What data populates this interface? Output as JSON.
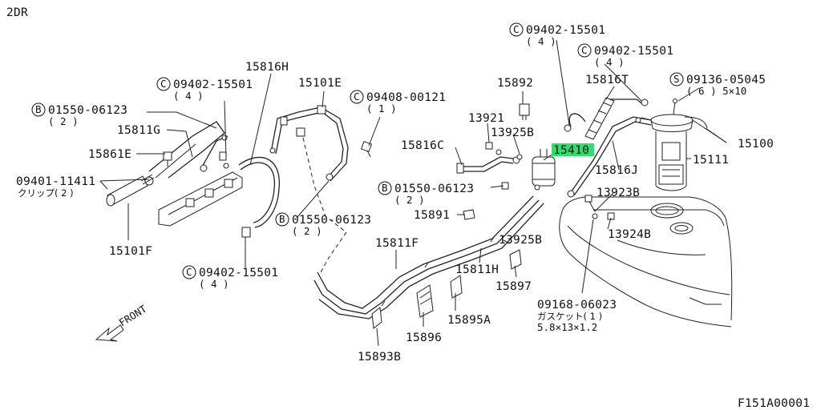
{
  "diagram": {
    "variant": "2DR",
    "drawing_number": "F151A00001",
    "front_label": "FRONT",
    "highlight_color": "#2ee06a",
    "callouts": {
      "c_09402_15501_a": {
        "symbol": "C",
        "part": "09402-15501",
        "qty": "( 4 )"
      },
      "c_09402_15501_b": {
        "symbol": "C",
        "part": "09402-15501",
        "qty": "( 4 )"
      },
      "c_09402_15501_c": {
        "symbol": "C",
        "part": "09402-15501",
        "qty": "( 4 )"
      },
      "c_09402_15501_d": {
        "symbol": "C",
        "part": "09402-15501",
        "qty": "( 4 )"
      },
      "s_09136_05045": {
        "symbol": "S",
        "part": "09136-05045",
        "qty": "( 6 )  5×10"
      },
      "c_09408_00121": {
        "symbol": "C",
        "part": "09408-00121",
        "qty": "( 1 )"
      },
      "b_01550_06123_a": {
        "symbol": "B",
        "part": "01550-06123",
        "qty": "( 2 )"
      },
      "b_01550_06123_b": {
        "symbol": "B",
        "part": "01550-06123",
        "qty": "( 2 )"
      },
      "b_01550_06123_c": {
        "symbol": "B",
        "part": "01550-06123",
        "qty": "( 2 )"
      },
      "p_09401_11411": {
        "part": "09401-11411",
        "note": "クリップ( 2 )"
      },
      "p_09168_06023": {
        "part": "09168-06023",
        "note": "ガスケット( 1 )",
        "size": "5.8×13×1.2"
      },
      "p_15816H": {
        "part": "15816H"
      },
      "p_15101E": {
        "part": "15101E"
      },
      "p_15811G": {
        "part": "15811G"
      },
      "p_15861E": {
        "part": "15861E"
      },
      "p_15101F": {
        "part": "15101F"
      },
      "p_15892": {
        "part": "15892"
      },
      "p_15816T": {
        "part": "15816T"
      },
      "p_13921": {
        "part": "13921"
      },
      "p_13925B_a": {
        "part": "13925B"
      },
      "p_15816C": {
        "part": "15816C"
      },
      "p_15410": {
        "part": "15410",
        "highlighted": true
      },
      "p_15100": {
        "part": "15100"
      },
      "p_15111": {
        "part": "15111"
      },
      "p_15816J": {
        "part": "15816J"
      },
      "p_13923B": {
        "part": "13923B"
      },
      "p_15891": {
        "part": "15891"
      },
      "p_13924B": {
        "part": "13924B"
      },
      "p_15811F": {
        "part": "15811F"
      },
      "p_13925B_b": {
        "part": "13925B"
      },
      "p_15811H": {
        "part": "15811H"
      },
      "p_15897": {
        "part": "15897"
      },
      "p_15895A": {
        "part": "15895A"
      },
      "p_15896": {
        "part": "15896"
      },
      "p_15893B": {
        "part": "15893B"
      }
    }
  }
}
